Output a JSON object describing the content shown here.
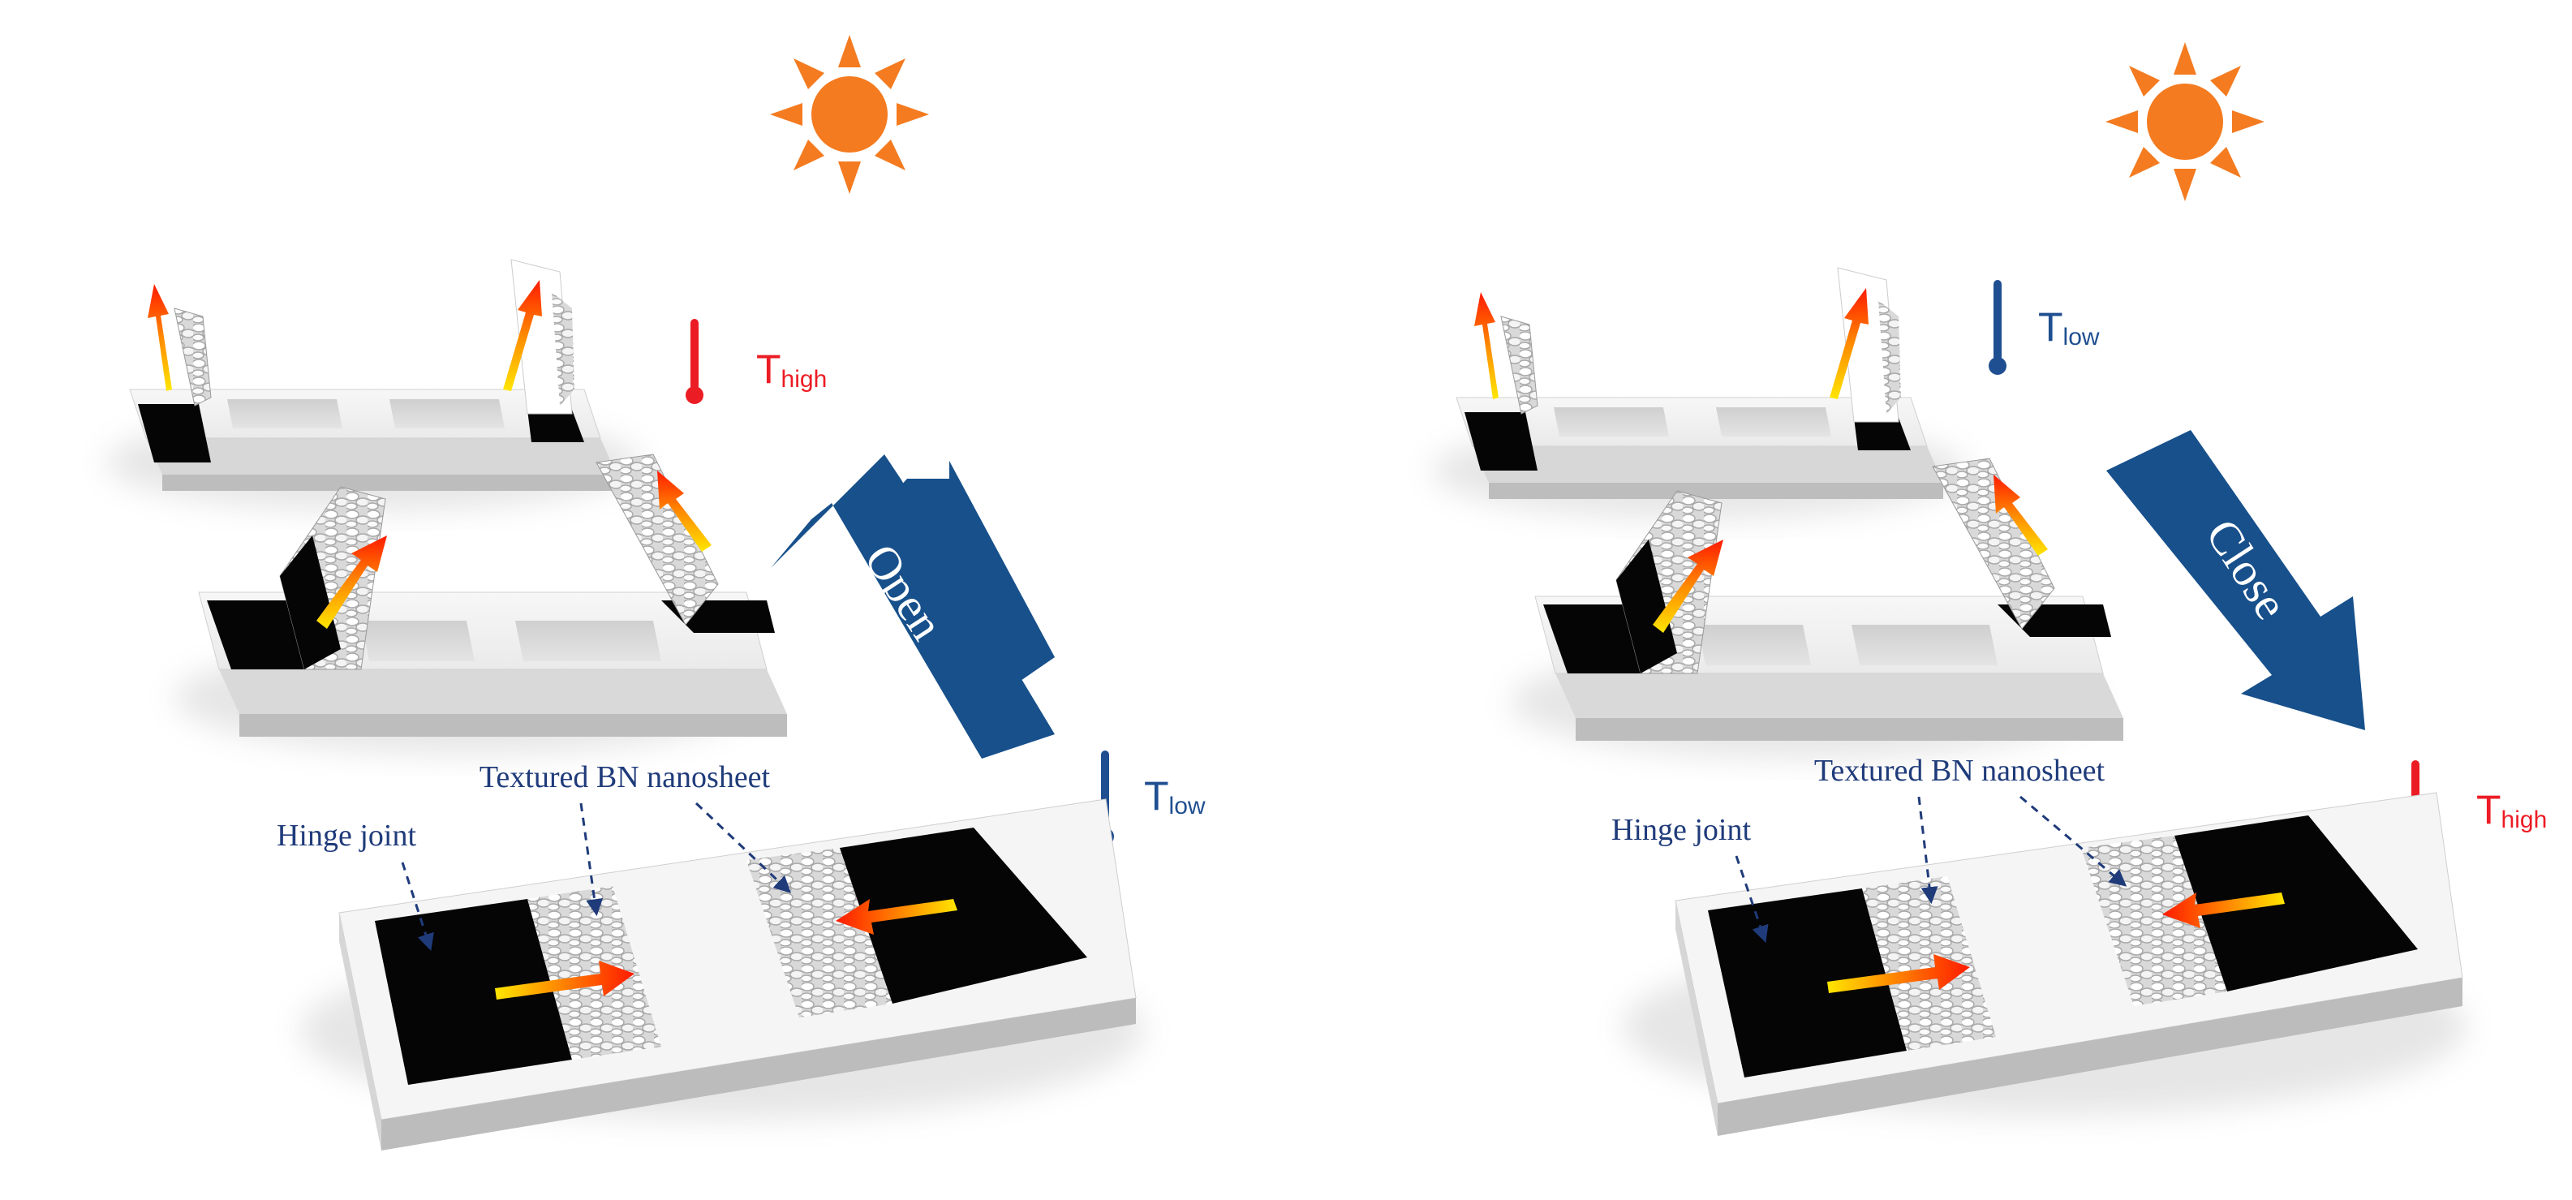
{
  "panels": [
    {
      "id": "left",
      "arrow_label": "Open",
      "top_thermometer": {
        "T": "T",
        "sub": "high",
        "color": "#ec1c24"
      },
      "bottom_thermometer": {
        "T": "T",
        "sub": "low",
        "color": "#1f4f91"
      },
      "labels": {
        "nanosheet": "Textured BN nanosheet",
        "hinge": "Hinge joint"
      }
    },
    {
      "id": "right",
      "arrow_label": "Close",
      "top_thermometer": {
        "T": "T",
        "sub": "low",
        "color": "#1f4f91"
      },
      "bottom_thermometer": {
        "T": "T",
        "sub": "high",
        "color": "#ec1c24"
      },
      "labels": {
        "nanosheet": "Textured BN nanosheet",
        "hinge": "Hinge joint"
      }
    }
  ],
  "colors": {
    "sun": "#f47b20",
    "arrow_blue": "#17508b",
    "label_blue": "#1f3b7a",
    "hot_red": "#ec1c24",
    "cold_blue": "#1f4f91"
  }
}
